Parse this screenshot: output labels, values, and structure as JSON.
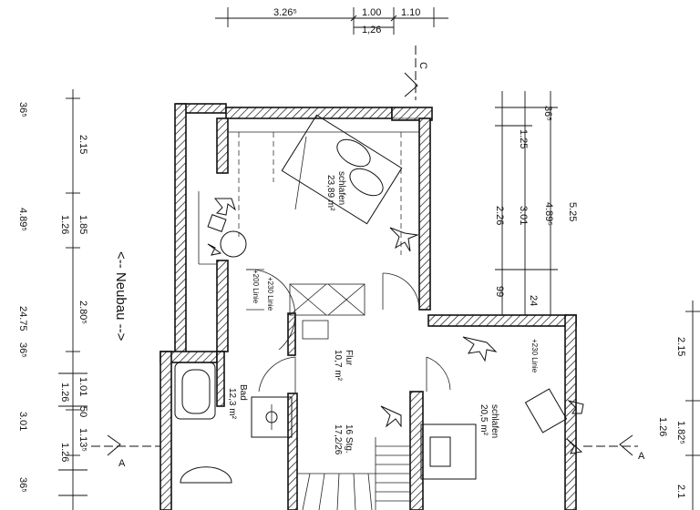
{
  "dimensions_top": {
    "d1": "3.26⁵",
    "d2": "1.00",
    "d3": "1.10",
    "d4": "1,26"
  },
  "dimensions_left_outer": {
    "a": "36⁵",
    "b": "4.89⁵",
    "c": "24.75",
    "d": "36⁵",
    "e": "3.01",
    "f": "36⁵"
  },
  "dimensions_left_inner": {
    "a": "2.15",
    "b": "1.85",
    "c": "1.26",
    "d": "2.80⁵",
    "e": "1.01",
    "f": "50",
    "g": "1.26",
    "h": "1.13⁵",
    "i": "1.26"
  },
  "dimensions_right_mid": {
    "a": "36⁵",
    "b": "1.25",
    "c": "3.01",
    "d": "2.26",
    "e": "4.89⁵",
    "f": "5.25",
    "g": "99",
    "h": "24"
  },
  "dimensions_right_edge": {
    "a": "2.15",
    "b": "1.82⁵",
    "c": "1.26",
    "d": "2.1"
  },
  "section_marks": {
    "top": "C",
    "left": "A",
    "right": "A"
  },
  "neubau_label": "<-- Neubau -->",
  "rooms": {
    "schlafen_top": {
      "name": "schlafen",
      "area": "23,89 m²"
    },
    "flur": {
      "name": "Flur",
      "area": "10,7 m²"
    },
    "bad": {
      "name": "Bad",
      "area": "12,3 m²"
    },
    "schlafen_right": {
      "name": "schlafen",
      "area": "20,5 m²"
    },
    "stairs": {
      "name": "16 Stg.",
      "detail": "17,2/26"
    }
  },
  "linie_labels": {
    "l200": "+200 Linie",
    "l230": "+230 Linie",
    "l230r": "+230 Linie"
  }
}
